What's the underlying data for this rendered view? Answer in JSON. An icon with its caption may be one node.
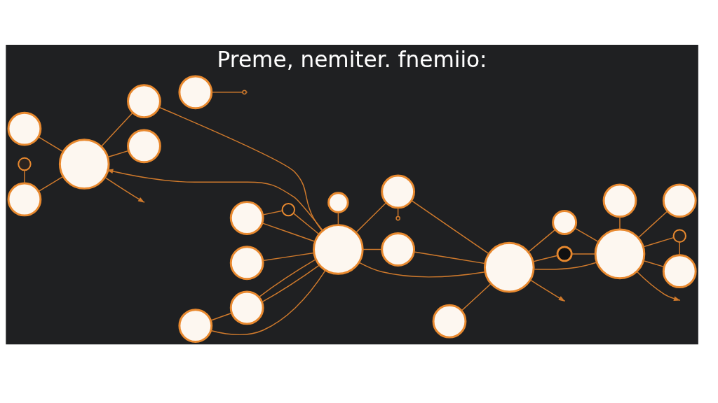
{
  "diagram": {
    "title": "Preme, nemiter. fnemiio:",
    "nodes": [
      {
        "text": [],
        "shape": "circle"
      },
      {
        "text": [],
        "shape": "circle"
      },
      {
        "text": [],
        "shape": "circle"
      },
      {
        "text": [],
        "shape": "circle"
      },
      {
        "text": [],
        "shape": "circle"
      },
      {
        "text": [],
        "shape": "circle"
      },
      {
        "text": [],
        "shape": "circle"
      },
      {
        "text": [],
        "shape": "circle"
      },
      {
        "text": [],
        "shape": "circle"
      },
      {
        "text": [],
        "shape": "circle"
      },
      {
        "text": [],
        "shape": "circle"
      },
      {
        "text": [],
        "shape": "circle"
      },
      {
        "text": [],
        "shape": "circle"
      },
      {
        "text": [],
        "shape": "circle"
      },
      {
        "text": [],
        "shape": "circle"
      },
      {
        "text": [],
        "shape": "circle"
      },
      {
        "text": [],
        "shape": "circle"
      },
      {
        "text": [],
        "shape": "circle"
      },
      {
        "text": [],
        "shape": "circle"
      },
      {
        "text": [],
        "shape": "circle"
      },
      {
        "text": [],
        "shape": "circle"
      },
      {
        "text": [],
        "shape": "circle"
      },
      {
        "text": [],
        "shape": "circle"
      },
      {
        "text": [],
        "shape": "circle"
      },
      {
        "text": [],
        "shape": "circle"
      }
    ],
    "edges": [
      {
        "from": 0,
        "to": 3,
        "arrow": "none"
      },
      {
        "from": 1,
        "to": 2,
        "arrow": "none"
      },
      {
        "from": 2,
        "to": 3,
        "arrow": "none"
      },
      {
        "from": 4,
        "to": 3,
        "arrow": "none"
      },
      {
        "from": 3,
        "to": 5,
        "arrow": "none"
      },
      {
        "from": 3,
        "to": null,
        "arrow": "to"
      },
      {
        "from": 13,
        "to": 3,
        "arrow": "to"
      },
      {
        "from": 4,
        "to": 13,
        "arrow": "none"
      },
      {
        "from": 10,
        "to": 13,
        "arrow": "none"
      },
      {
        "from": 6,
        "to": null,
        "arrow": "other"
      },
      {
        "from": 7,
        "to": 8,
        "arrow": "none"
      },
      {
        "from": 8,
        "to": 13,
        "arrow": "none"
      },
      {
        "from": 7,
        "to": 13,
        "arrow": "none"
      },
      {
        "from": 9,
        "to": 13,
        "arrow": "none"
      },
      {
        "from": 10,
        "to": 11,
        "arrow": "none"
      },
      {
        "from": 11,
        "to": 13,
        "arrow": "none"
      },
      {
        "from": 11,
        "to": 13,
        "arrow": "none"
      },
      {
        "from": 12,
        "to": 13,
        "arrow": "none"
      },
      {
        "from": 14,
        "to": 13,
        "arrow": "none"
      },
      {
        "from": 14,
        "to": null,
        "arrow": "other"
      },
      {
        "from": 13,
        "to": 15,
        "arrow": "none"
      },
      {
        "from": 13,
        "to": 17,
        "arrow": "none"
      },
      {
        "from": 15,
        "to": 17,
        "arrow": "none"
      },
      {
        "from": 18,
        "to": 17,
        "arrow": "none"
      },
      {
        "from": 14,
        "to": 17,
        "arrow": "none"
      },
      {
        "from": 17,
        "to": null,
        "arrow": "to"
      },
      {
        "from": 17,
        "to": 16,
        "arrow": "none"
      },
      {
        "from": 17,
        "to": 19,
        "arrow": "none"
      },
      {
        "from": 16,
        "to": 21,
        "arrow": "none"
      },
      {
        "from": 17,
        "to": 21,
        "arrow": "none"
      },
      {
        "from": 20,
        "to": 21,
        "arrow": "none"
      },
      {
        "from": 22,
        "to": 21,
        "arrow": "none"
      },
      {
        "from": 21,
        "to": 23,
        "arrow": "none"
      },
      {
        "from": 23,
        "to": 24,
        "arrow": "none"
      },
      {
        "from": 21,
        "to": 24,
        "arrow": "none"
      },
      {
        "from": 21,
        "to": 19,
        "arrow": "none"
      },
      {
        "from": 21,
        "to": null,
        "arrow": "to"
      }
    ]
  }
}
